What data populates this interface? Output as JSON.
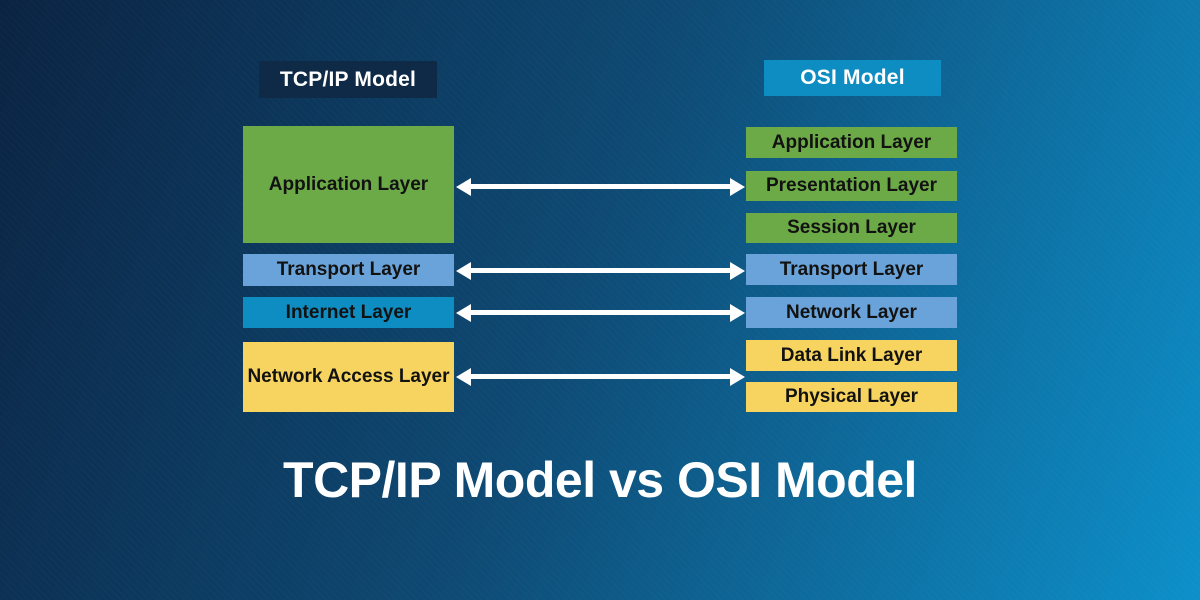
{
  "title": "TCP/IP Model vs OSI Model",
  "left_model": {
    "title": "TCP/IP Model",
    "layers": [
      {
        "label": "Application Layer",
        "color": "#6caa47"
      },
      {
        "label": "Transport Layer",
        "color": "#6aa3d9"
      },
      {
        "label": "Internet Layer",
        "color": "#0d8dc2"
      },
      {
        "label": "Network Access Layer",
        "color": "#f6d45f"
      }
    ]
  },
  "right_model": {
    "title": "OSI Model",
    "layers": [
      {
        "label": "Application Layer",
        "color": "#6caa47"
      },
      {
        "label": "Presentation Layer",
        "color": "#6caa47"
      },
      {
        "label": "Session Layer",
        "color": "#6caa47"
      },
      {
        "label": "Transport Layer",
        "color": "#6aa3d9"
      },
      {
        "label": "Network Layer",
        "color": "#6aa3d9"
      },
      {
        "label": "Data Link Layer",
        "color": "#f6d45f"
      },
      {
        "label": "Physical Layer",
        "color": "#f6d45f"
      }
    ]
  },
  "connections": [
    {
      "from": "Application Layer",
      "to": "Application / Presentation / Session Layers"
    },
    {
      "from": "Transport Layer",
      "to": "Transport Layer"
    },
    {
      "from": "Internet Layer",
      "to": "Network Layer"
    },
    {
      "from": "Network Access Layer",
      "to": "Data Link / Physical Layers"
    }
  ],
  "colors": {
    "background_top_left": "#0b2342",
    "background_bottom_right": "#0d90ca",
    "tcpip_header_bg": "#0e2a47",
    "osi_header_bg": "#0d8dc2",
    "green": "#6caa47",
    "light_blue": "#6aa3d9",
    "blue": "#0d8dc2",
    "yellow": "#f6d45f",
    "arrow": "#ffffff",
    "box_text": "#121212",
    "title_text": "#ffffff"
  }
}
